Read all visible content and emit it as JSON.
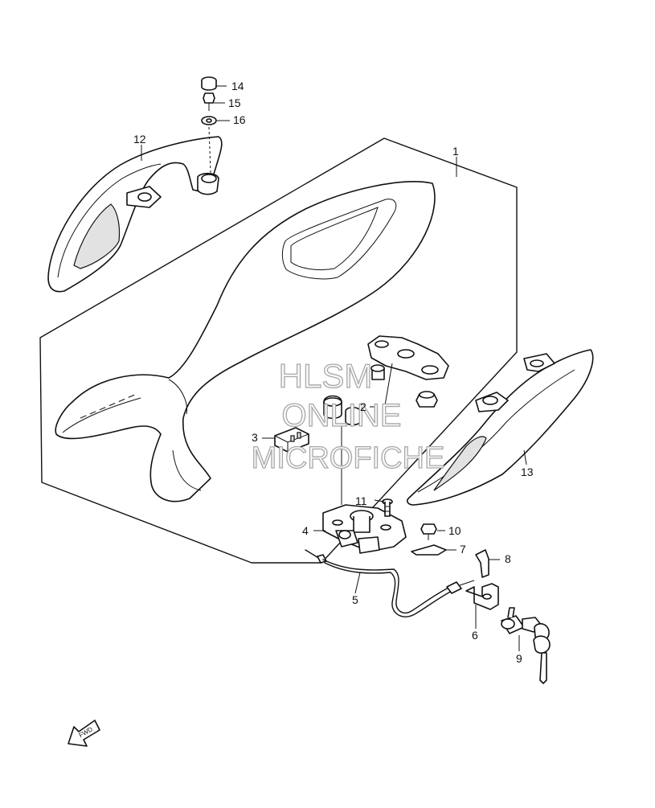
{
  "callouts": {
    "c1": "1",
    "c2": "2",
    "c3": "3",
    "c4": "4",
    "c5": "5",
    "c6": "6",
    "c7": "7",
    "c8": "8",
    "c9": "9",
    "c10": "10",
    "c11": "11",
    "c12": "12",
    "c13": "13",
    "c14": "14",
    "c15": "15",
    "c16": "16"
  },
  "watermark": {
    "line1": "HLSM",
    "line2": "ONLINE",
    "line3": "MICROFICHE"
  },
  "direction_label": "FWD"
}
